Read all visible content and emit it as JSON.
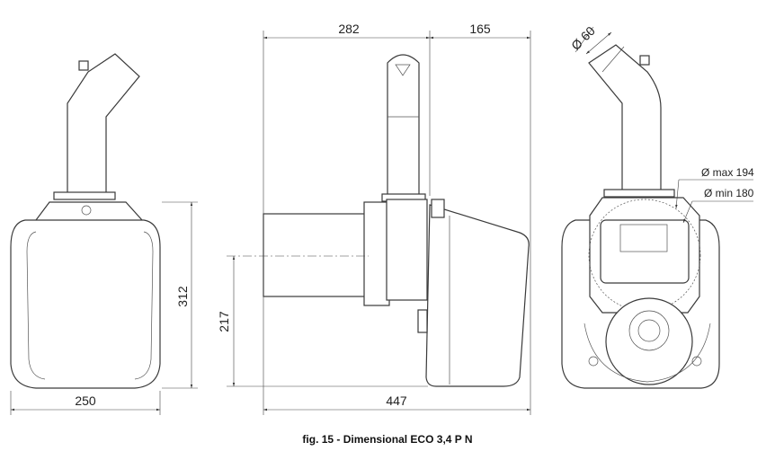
{
  "figure": {
    "caption": "fig. 15 - Dimensional ECO 3,4 P N",
    "dimensions": {
      "front_width": "250",
      "front_height": "312",
      "side_height_axis": "217",
      "side_total_length": "447",
      "side_top_left": "282",
      "side_top_right": "165",
      "pipe_diameter": "Ø 60",
      "flange_max": "Ø max 194",
      "flange_min": "Ø min 180"
    }
  }
}
